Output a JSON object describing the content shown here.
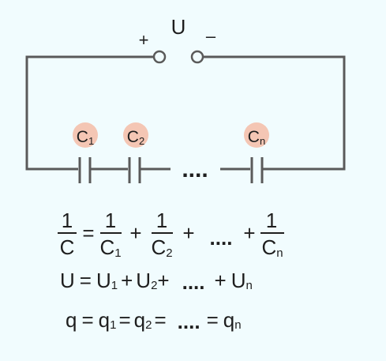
{
  "colors": {
    "background": "#f1fcfe",
    "wire": "#5a5a5a",
    "label_badge": "#f4c6b4",
    "text": "#1e1e1e"
  },
  "terminals": {
    "voltage_label": "U",
    "plus_sign": "+",
    "minus_sign": "–"
  },
  "capacitors": [
    {
      "base": "C",
      "sub": "1"
    },
    {
      "base": "C",
      "sub": "2"
    },
    {
      "base": "C",
      "sub": "n"
    }
  ],
  "ellipsis": "....",
  "formulas": {
    "capacitance": {
      "lhs_num": "1",
      "lhs_den": "C",
      "eq": "=",
      "terms": [
        {
          "num": "1",
          "den_base": "C",
          "den_sub": "1"
        },
        {
          "num": "1",
          "den_base": "C",
          "den_sub": "2"
        },
        {
          "num": "1",
          "den_base": "C",
          "den_sub": "n"
        }
      ],
      "plus": "+",
      "ellipsis": "...."
    },
    "voltage": {
      "lhs": "U",
      "eq": "=",
      "t1_base": "U",
      "t1_sub": "1",
      "plus": "+",
      "t2_base": "U",
      "t2_sub": "2",
      "ellipsis": "....",
      "tn_base": "U",
      "tn_sub": "n"
    },
    "charge": {
      "lhs": "q",
      "eq": "=",
      "t1_base": "q",
      "t1_sub": "1",
      "t2_base": "q",
      "t2_sub": "2",
      "ellipsis": "....",
      "tn_base": "q",
      "tn_sub": "n"
    }
  }
}
